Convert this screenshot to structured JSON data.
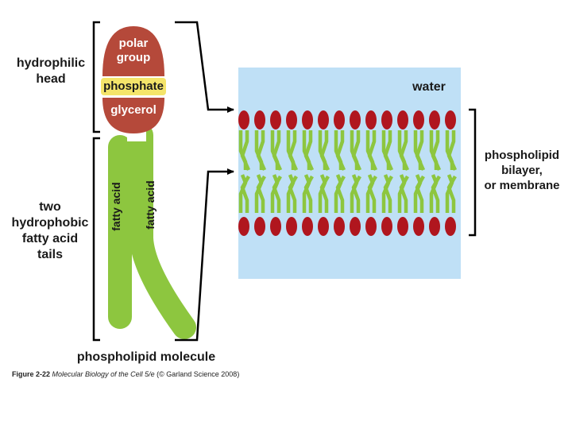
{
  "molecule": {
    "head_label": "hydrophilic\nhead",
    "tails_label": "two\nhydrophobic\nfatty acid\ntails",
    "polar_group": "polar\ngroup",
    "phosphate": "phosphate",
    "glycerol": "glycerol",
    "fatty_acid_1": "fatty acid",
    "fatty_acid_2": "fatty acid",
    "title": "phospholipid molecule"
  },
  "bilayer": {
    "water_label": "water",
    "bilayer_label": "phospholipid\nbilayer,\nor membrane",
    "heads_per_leaflet": 14
  },
  "caption": {
    "figure": "Figure 2-22",
    "book": "Molecular Biology of the Cell 5/e",
    "credit": "(© Garland Science 2008)"
  },
  "colors": {
    "head_red": "#b5493a",
    "head_dark_red": "#b0161e",
    "phosphate_yellow": "#f4e46a",
    "tail_green": "#8dc63f",
    "water_blue": "#bfe0f6",
    "bracket": "#000000"
  }
}
